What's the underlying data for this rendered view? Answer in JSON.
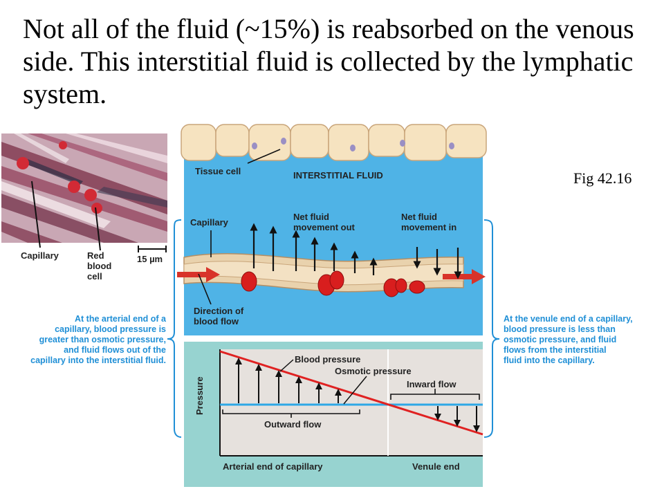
{
  "heading": "Not all of the fluid (~15%) is reabsorbed on the venous side.  This interstitial fluid is collected by the lymphatic system.",
  "figure_ref": "Fig 42.16",
  "micrograph": {
    "capillary": "Capillary",
    "red_blood_cell": [
      "Red",
      "blood",
      "cell"
    ],
    "scale": "15 µm"
  },
  "top_panel": {
    "tissue_cell": "Tissue cell",
    "interstitial_fluid": "INTERSTITIAL FLUID",
    "capillary": "Capillary",
    "net_out": [
      "Net fluid",
      "movement out"
    ],
    "net_in": [
      "Net fluid",
      "movement in"
    ],
    "direction": [
      "Direction of",
      "blood flow"
    ]
  },
  "left_caption": [
    "At the arterial end of a",
    "capillary, blood pressure is",
    "greater than osmotic pressure,",
    "and fluid flows out of the",
    "capillary into the interstitial fluid."
  ],
  "right_caption": [
    "At the venule end of a capillary,",
    "blood pressure is less than",
    "osmotic pressure, and fluid",
    "flows from the interstitial",
    "fluid into the capillary."
  ],
  "graph": {
    "ylabel": "Pressure",
    "blood_pressure": "Blood pressure",
    "osmotic_pressure": "Osmotic pressure",
    "inward_flow": "Inward flow",
    "outward_flow": "Outward flow",
    "arterial_end": "Arterial end of capillary",
    "venule_end": "Venule end"
  },
  "colors": {
    "interstitial_blue": "#4fb3e6",
    "tissue_cell": "#f6e3c0",
    "capillary_wall": "#e9d2ad",
    "rbc": "#d81e1e",
    "graph_bg": "#e6e1dd",
    "graph_frame": "#97d3d0",
    "blood_pressure_line": "#e02222",
    "osmotic_line": "#2ea8e6",
    "caption_blue": "#1f8fd6"
  }
}
